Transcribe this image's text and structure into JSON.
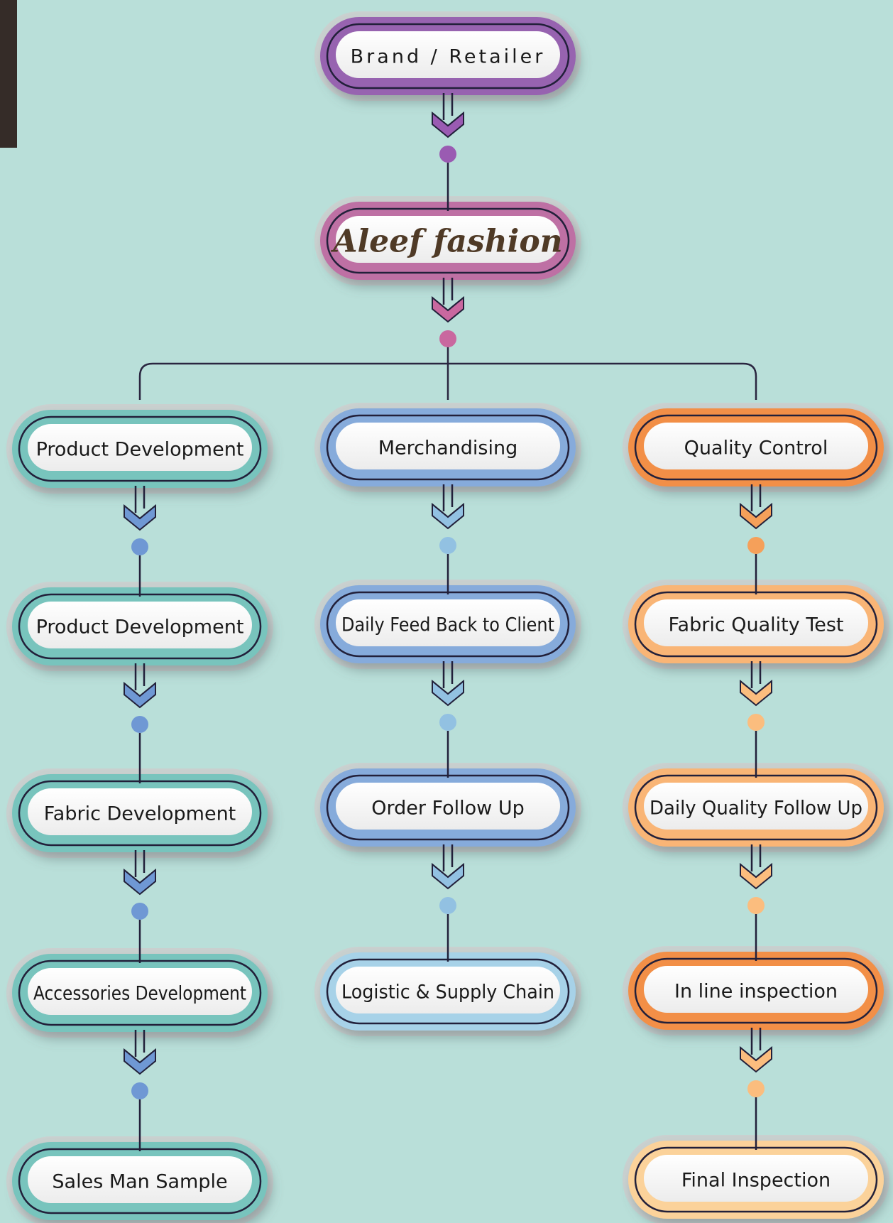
{
  "colors": {
    "background": "#b9dfd9",
    "connector": "#2a2640",
    "purple": "#9763b0",
    "pink": "#be6fa4",
    "teal": "#78c4bd",
    "blue": "#86abdb",
    "light_blue": "#a7d2e8",
    "orange": "#f28f47",
    "light_orange": "#f9b576",
    "peach": "#fbd29a",
    "arrow_blue": "#6f98d4",
    "arrow_light_blue": "#92c1e2",
    "arrow_orange": "#f5a05a",
    "arrow_light_orange": "#fbbd7e",
    "arrow_purple": "#9a5bb2",
    "arrow_pink": "#c9689f"
  },
  "top": {
    "brand": "Brand / Retailer",
    "logo": "Aleef fashion"
  },
  "columns": [
    {
      "id": "product",
      "nodes": [
        "Product Development",
        "Product Development",
        "Fabric Development",
        "Accessories Development",
        "Sales Man Sample"
      ]
    },
    {
      "id": "merch",
      "nodes": [
        "Merchandising",
        "Daily Feed Back to Client",
        "Order Follow Up",
        "Logistic & Supply Chain"
      ]
    },
    {
      "id": "qc",
      "nodes": [
        "Quality Control",
        "Fabric Quality Test",
        "Daily Quality Follow Up",
        "In line inspection",
        "Final Inspection"
      ]
    }
  ],
  "icons": {
    "arrow": "double-chevron-down-arrow-icon",
    "dot": "connector-dot"
  }
}
